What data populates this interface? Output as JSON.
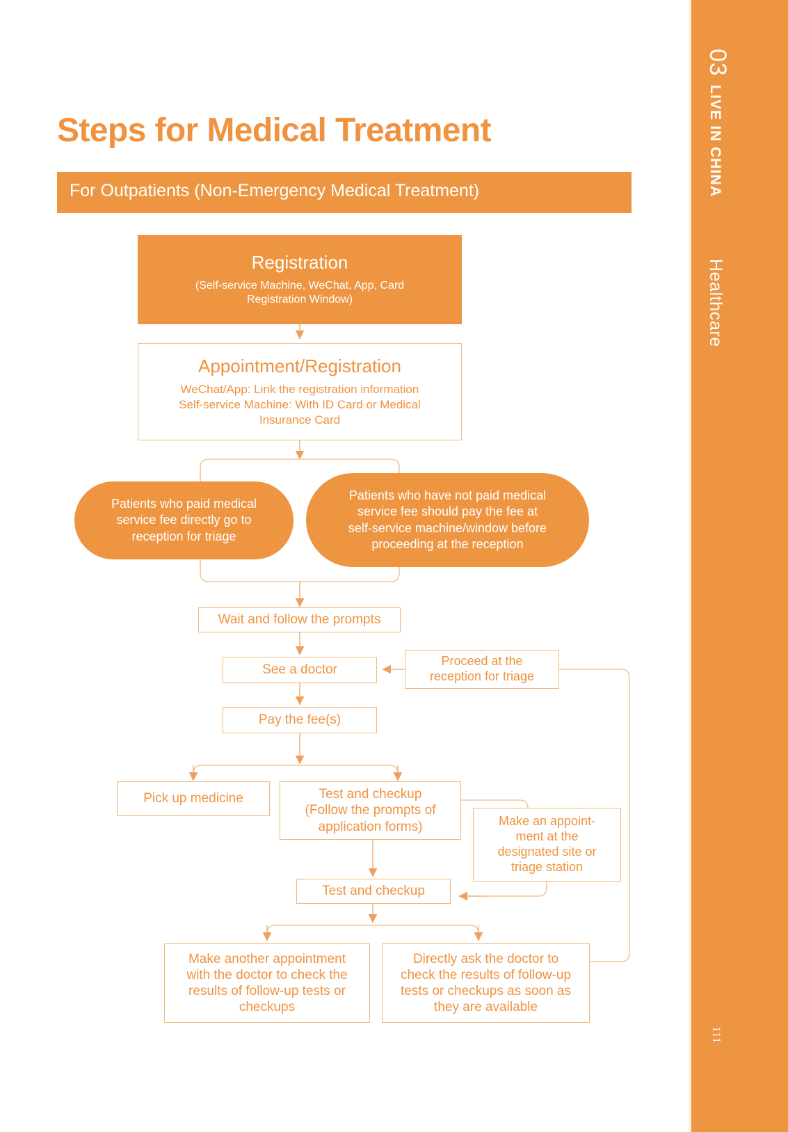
{
  "page": {
    "number": "111",
    "accent": "#ee9542",
    "accent_text": "#ef9340",
    "outline": "#f0b77e"
  },
  "sidebar": {
    "number": "03",
    "section": "LIVE IN CHINA",
    "topic": "Healthcare"
  },
  "header": {
    "title": "Steps for Medical Treatment",
    "subtitle": "For Outpatients (Non-Emergency Medical Treatment)"
  },
  "chart_data": {
    "type": "diagram",
    "title": "Steps for Medical Treatment",
    "subtitle": "For Outpatients (Non-Emergency Medical Treatment)",
    "nodes": [
      {
        "id": "registration",
        "style": "filled",
        "heading": "Registration",
        "body": "(Self-service Machine, WeChat, App, Card Registration Window)"
      },
      {
        "id": "appointment",
        "style": "outline",
        "heading": "Appointment/Registration",
        "line1": "WeChat/App: Link the registration information",
        "line2": "Self-service Machine: With ID Card or Medical Insurance Card"
      },
      {
        "id": "paid-pill",
        "style": "pill",
        "text": "Patients who paid medical service fee directly go to reception for triage"
      },
      {
        "id": "unpaid-pill",
        "style": "pill",
        "text": "Patients who have not paid medical service fee should pay the fee at self-service machine/window before proceeding at the reception"
      },
      {
        "id": "wait",
        "style": "outline",
        "text": "Wait and follow the prompts"
      },
      {
        "id": "see-doctor",
        "style": "outline",
        "text": "See a doctor"
      },
      {
        "id": "proceed-reception",
        "style": "outline",
        "text": "Proceed at the reception for triage"
      },
      {
        "id": "pay-fees",
        "style": "outline",
        "text": "Pay the fee(s)"
      },
      {
        "id": "pick-medicine",
        "style": "outline",
        "text": "Pick up medicine"
      },
      {
        "id": "test-checkup-forms",
        "style": "outline",
        "text": "Test and checkup (Follow the prompts of application forms)"
      },
      {
        "id": "make-appointment-site",
        "style": "outline",
        "text": "Make an appoint-ment at the designated site or triage station"
      },
      {
        "id": "test-checkup",
        "style": "outline",
        "text": "Test and checkup"
      },
      {
        "id": "another-appointment",
        "style": "outline",
        "text": "Make another appointment with the doctor to check the results of follow-up tests or checkups"
      },
      {
        "id": "ask-doctor",
        "style": "outline",
        "text": "Directly ask the doctor to check the results of follow-up tests or checkups as soon as they are available"
      }
    ],
    "edges": [
      {
        "from": "registration",
        "to": "appointment"
      },
      {
        "from": "appointment",
        "to": "wait"
      },
      {
        "from": "wait",
        "to": "see-doctor"
      },
      {
        "from": "proceed-reception",
        "to": "see-doctor"
      },
      {
        "from": "see-doctor",
        "to": "pay-fees"
      },
      {
        "from": "pay-fees",
        "to": "pick-medicine"
      },
      {
        "from": "pay-fees",
        "to": "test-checkup-forms"
      },
      {
        "from": "test-checkup-forms",
        "to": "make-appointment-site"
      },
      {
        "from": "test-checkup-forms",
        "to": "test-checkup"
      },
      {
        "from": "make-appointment-site",
        "to": "test-checkup"
      },
      {
        "from": "test-checkup",
        "to": "another-appointment"
      },
      {
        "from": "test-checkup",
        "to": "ask-doctor"
      },
      {
        "from": "ask-doctor",
        "to": "proceed-reception"
      }
    ]
  },
  "nodes": {
    "registration": {
      "heading": "Registration",
      "body_l1": "(Self-service Machine, WeChat, App, Card",
      "body_l2": "Registration Window)"
    },
    "appointment": {
      "heading": "Appointment/Registration",
      "line1": "WeChat/App: Link the registration information",
      "line2a": "Self-service Machine: With ID Card or Medical",
      "line2b": "Insurance Card"
    },
    "paid_pill": {
      "l1": "Patients who paid medical",
      "l2": "service fee directly go to",
      "l3": "reception for triage"
    },
    "unpaid_pill": {
      "l1": "Patients who have not paid medical",
      "l2": "service fee should pay the fee at",
      "l3": "self-service machine/window before",
      "l4": "proceeding at the reception"
    },
    "wait": {
      "text": "Wait and follow the prompts"
    },
    "see_doctor": {
      "text": "See a doctor"
    },
    "proceed_reception": {
      "l1": "Proceed at the",
      "l2": "reception for triage"
    },
    "pay_fees": {
      "text": "Pay the fee(s)"
    },
    "pick_medicine": {
      "text": "Pick up medicine"
    },
    "test_forms": {
      "l1": "Test and checkup",
      "l2": "(Follow the prompts of",
      "l3": "application forms)"
    },
    "make_appt": {
      "l1": "Make an appoint-",
      "l2": "ment at the",
      "l3": "designated site or",
      "l4": "triage station"
    },
    "test_checkup": {
      "text": "Test and checkup"
    },
    "another_appt": {
      "l1": "Make another appointment",
      "l2": "with the doctor to check the",
      "l3": "results of follow-up tests or",
      "l4": "checkups"
    },
    "ask_doctor": {
      "l1": "Directly ask the doctor to",
      "l2": "check the results of follow-up",
      "l3": "tests or checkups as soon as",
      "l4": "they are available"
    }
  }
}
